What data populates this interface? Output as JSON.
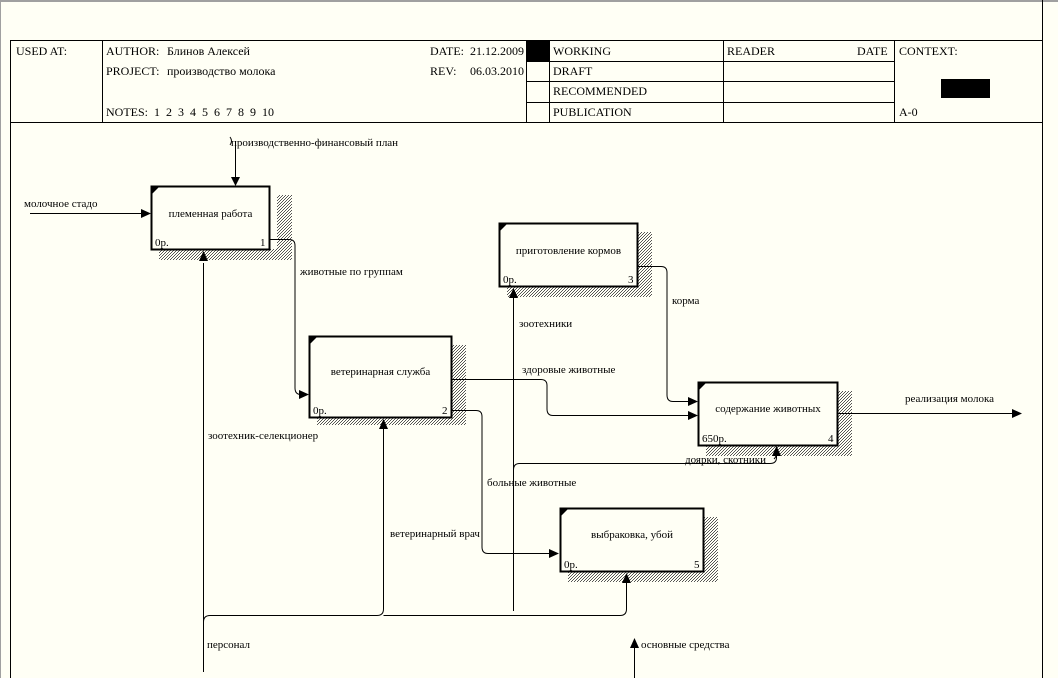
{
  "header": {
    "used_at_label": "USED AT:",
    "author_label": "AUTHOR:",
    "author": "Блинов Алексей",
    "project_label": "PROJECT:",
    "project": "производство молока",
    "date_label": "DATE:",
    "date": "21.12.2009",
    "rev_label": "REV:",
    "rev": "06.03.2010",
    "notes_label": "NOTES:",
    "notes": "1  2  3  4  5  6  7  8  9  10",
    "status": [
      "WORKING",
      "DRAFT",
      "RECOMMENDED",
      "PUBLICATION"
    ],
    "status_selected": "WORKING",
    "reader_label": "READER",
    "reader_date_label": "DATE",
    "context_label": "CONTEXT:",
    "node": "A-0"
  },
  "blocks": [
    {
      "title": "племенная работа",
      "cost": "0р.",
      "number": "1"
    },
    {
      "title": "ветеринарная служба",
      "cost": "0р.",
      "number": "2"
    },
    {
      "title": "приготовление кормов",
      "cost": "0р.",
      "number": "3"
    },
    {
      "title": "содержание животных",
      "cost": "650р.",
      "number": "4"
    },
    {
      "title": "выбраковка, убой",
      "cost": "0р.",
      "number": "5"
    }
  ],
  "arrows": {
    "plan": "производственно-финансовый план",
    "herd": "молочное стадо",
    "groups": "животные по группам",
    "zootech": "зоотехники",
    "feed": "корма",
    "healthy": "здоровые животные",
    "selectionist": "зоотехник-селекционер",
    "milk_sales": "реализация молока",
    "milkmaids": "доярки, скотники",
    "sick": "больные животные",
    "vet": "ветеринарный врач",
    "personnel": "персонал",
    "assets": "основные средства"
  }
}
